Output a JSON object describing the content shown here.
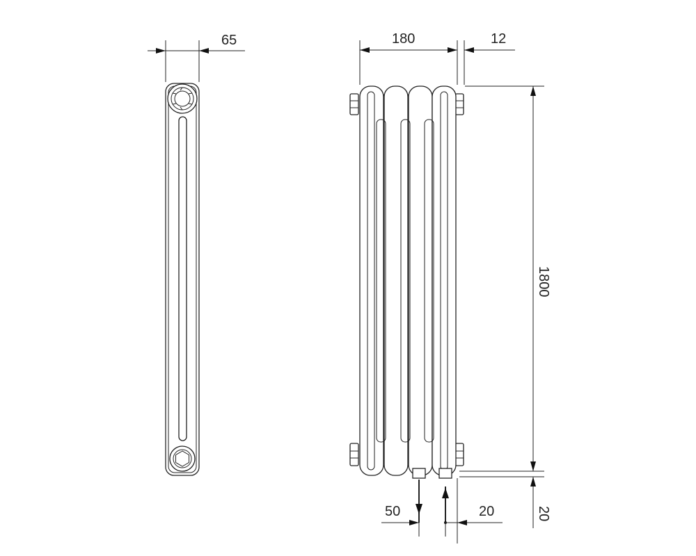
{
  "dimensions": {
    "side_width": "65",
    "front_width": "180",
    "nut_offset": "12",
    "height": "1800",
    "bottom_offset": "20",
    "pipe_spacing": "50",
    "pipe_offset": "20"
  },
  "colors": {
    "line": "#222222",
    "background": "#ffffff"
  },
  "icons": [
    "flow-out-arrow",
    "flow-in-arrow",
    "hex-nut"
  ]
}
